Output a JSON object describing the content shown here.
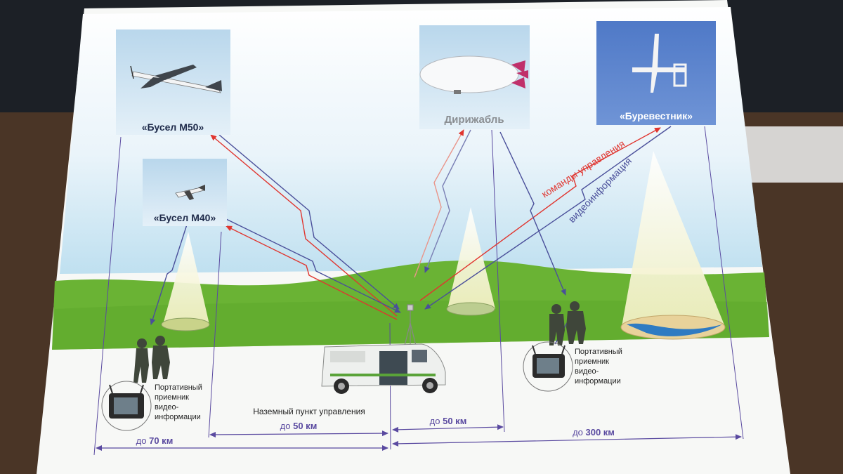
{
  "aircraft": {
    "busel_m50": "«Бусел М50»",
    "busel_m40": "«Бусел М40»",
    "dirigible": "Дирижабль",
    "burevestnik": "«Буревестник»"
  },
  "links": {
    "control_commands": "команды управления",
    "video_info": "видеоинформация"
  },
  "ground": {
    "control_station": "Наземный пункт управления",
    "receiver_left": [
      "Портативный",
      "приемник",
      "видео-",
      "информации"
    ],
    "receiver_right": [
      "Портативный",
      "приемник",
      "видео-",
      "информации"
    ]
  },
  "distances": {
    "d70": {
      "prefix": "до ",
      "value": "70 км"
    },
    "d50_left": {
      "prefix": "до ",
      "value": "50 км"
    },
    "d50_right": {
      "prefix": "до ",
      "value": "50 км"
    },
    "d300": {
      "prefix": "до ",
      "value": "300 км"
    }
  },
  "colors": {
    "control_line": "#e0352f",
    "video_line": "#4a4f9a",
    "dimension_line": "#5a4aa0",
    "grass": "#6ab334",
    "sky": "#cfe6f3"
  }
}
